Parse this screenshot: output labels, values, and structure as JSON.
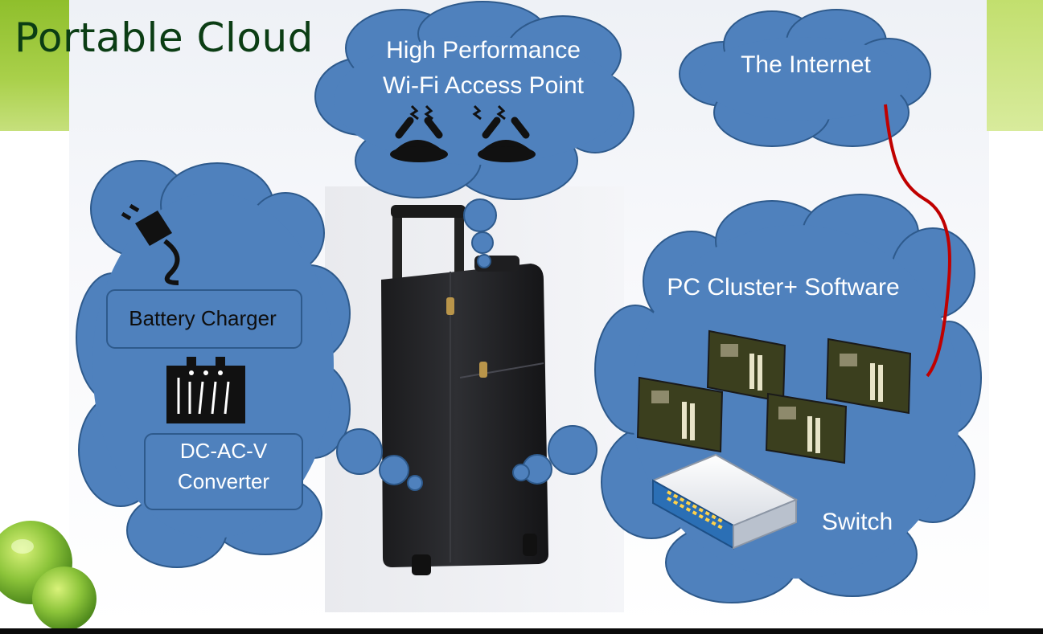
{
  "slide": {
    "title": "Portable Cloud"
  },
  "clouds": {
    "wifi_title_line1": "High Performance",
    "wifi_title_line2": "Wi-Fi Access Point",
    "internet": "The Internet",
    "power_charger": "Battery Charger",
    "power_converter_line1": "DC-AC-V",
    "power_converter_line2": "Converter",
    "cluster_title": "PC Cluster+ Software",
    "switch": "Switch"
  },
  "colors": {
    "cloud_fill": "#4f81bd",
    "cloud_stroke": "#2e5a8c",
    "link_line": "#c00000",
    "title_text": "#0b3d14"
  },
  "icons": [
    "router-icon",
    "power-plug-icon",
    "battery-icon",
    "motherboard-icon",
    "network-switch-icon",
    "suitcase-photo"
  ]
}
